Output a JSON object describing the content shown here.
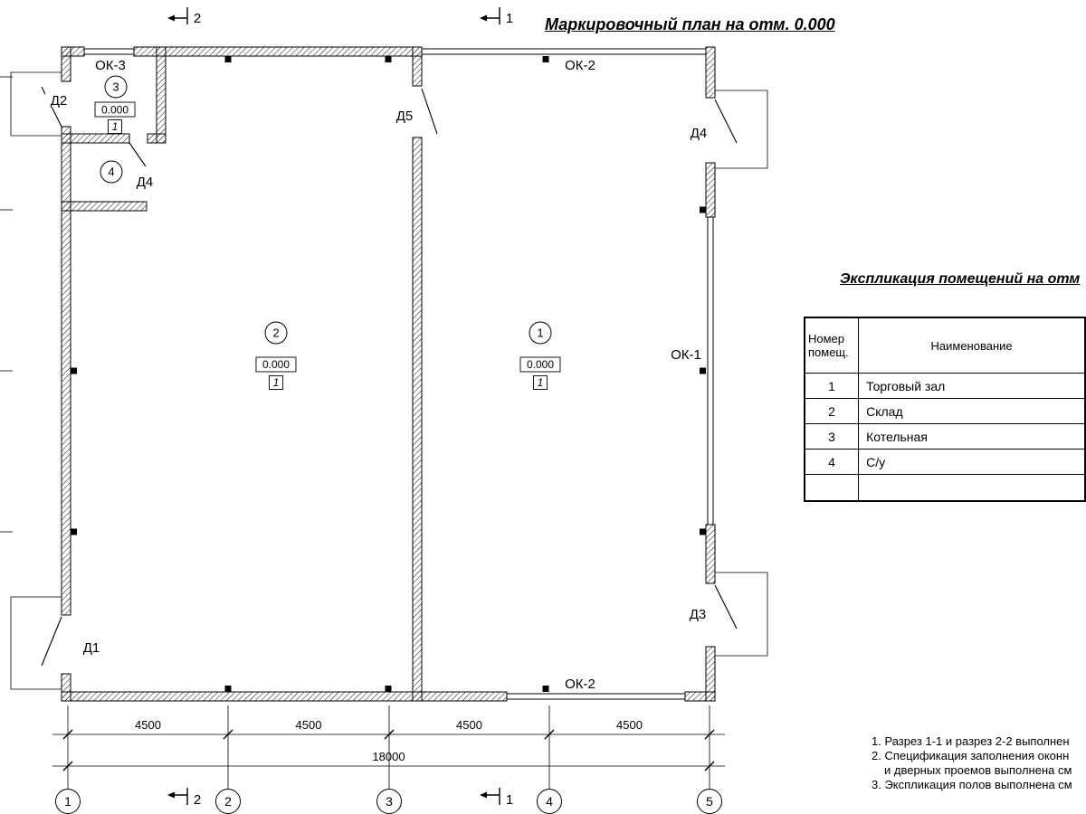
{
  "title": "Маркировочный план на отм. 0.000",
  "plan": {
    "rooms": [
      {
        "number": "1",
        "elevation": "0.000",
        "floor": "1"
      },
      {
        "number": "2",
        "elevation": "0.000",
        "floor": "1"
      },
      {
        "number": "3",
        "elevation": "0.000",
        "floor": "1"
      },
      {
        "number": "4"
      }
    ],
    "doors": {
      "d1": "Д1",
      "d2": "Д2",
      "d3": "Д3",
      "d4_right": "Д4",
      "d4_inner": "Д4",
      "d5": "Д5"
    },
    "windows": {
      "ok1": "ОК-1",
      "ok2_top": "ОК-2",
      "ok2_bottom": "ОК-2",
      "ok3": "ОК-3"
    },
    "sections": {
      "s1": "1",
      "s2": "2"
    }
  },
  "dimensions": {
    "bays": [
      "4500",
      "4500",
      "4500",
      "4500"
    ],
    "total": "18000"
  },
  "axes": [
    "1",
    "2",
    "3",
    "4",
    "5"
  ],
  "schedule": {
    "title": "Экспликация помещений на отм",
    "headers": {
      "number_l1": "Номер",
      "number_l2": "помещ.",
      "name": "Наименование"
    },
    "rows": [
      {
        "num": "1",
        "name": "Торговый зал"
      },
      {
        "num": "2",
        "name": "Склад"
      },
      {
        "num": "3",
        "name": "Котельная"
      },
      {
        "num": "4",
        "name": "С/у"
      }
    ]
  },
  "notes": [
    "1. Разрез 1-1 и разрез 2-2 выполнен",
    "2. Спецификация заполнения оконн",
    "и дверных проемов выполнена см",
    "3. Экспликация полов выполнена см"
  ]
}
